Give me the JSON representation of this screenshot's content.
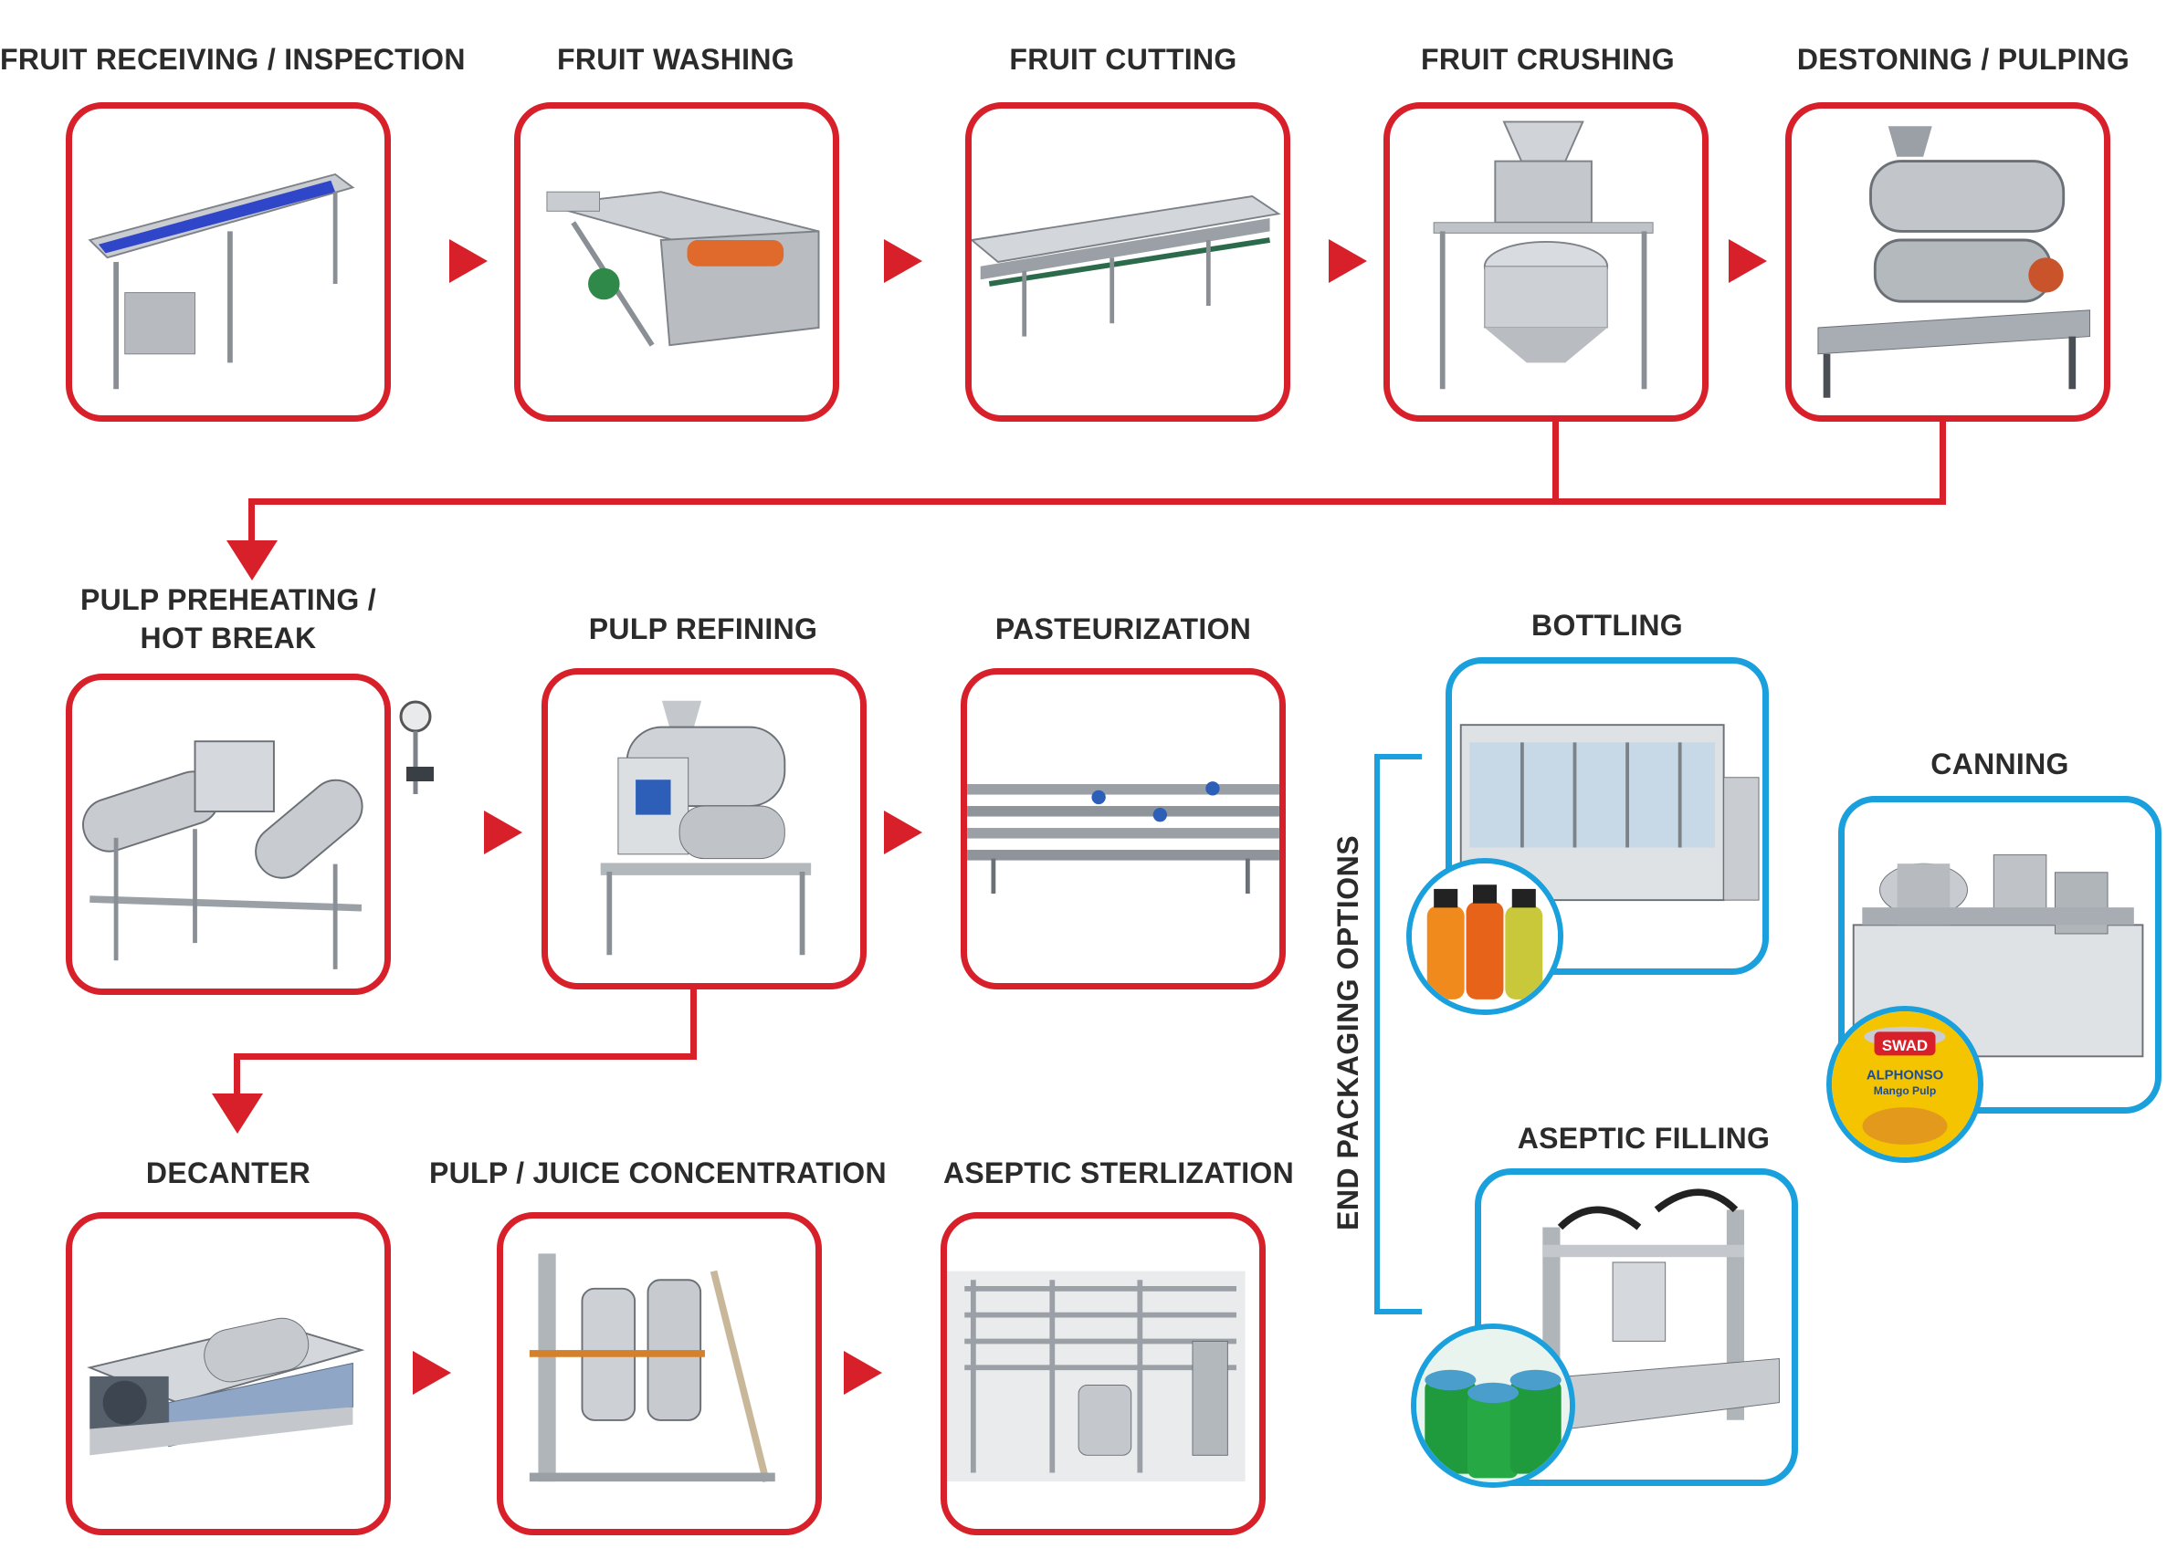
{
  "steps": {
    "receiving": "FRUIT RECEIVING / INSPECTION",
    "washing": "FRUIT WASHING",
    "cutting": "FRUIT CUTTING",
    "crushing": "FRUIT CRUSHING",
    "destoning": "DESTONING / PULPING",
    "preheating_line1": "PULP PREHEATING /",
    "preheating_line2": "HOT BREAK",
    "refining": "PULP REFINING",
    "pasteurization": "PASTEURIZATION",
    "decanter": "DECANTER",
    "concentration": "PULP / JUICE CONCENTRATION",
    "aseptic_sterilization": "ASEPTIC STERLIZATION"
  },
  "packaging": {
    "title": "END PACKAGING OPTIONS",
    "bottling": "BOTTLING",
    "canning": "CANNING",
    "aseptic_filling": "ASEPTIC FILLING"
  },
  "can_label": {
    "brand": "SWAD",
    "line1": "ALPHONSO",
    "line2": "Mango Pulp"
  },
  "colors": {
    "process_border": "#d7202a",
    "packaging_border": "#1aa0dc",
    "text": "#2b2b2b"
  },
  "icons": [
    "conveyor-icon",
    "washer-icon",
    "cutting-table-icon",
    "crusher-icon",
    "pulper-icon",
    "preheater-icon",
    "refiner-icon",
    "pasteurizer-icon",
    "decanter-icon",
    "evaporator-icon",
    "sterilizer-icon",
    "bottling-machine-icon",
    "canning-machine-icon",
    "aseptic-filler-icon"
  ]
}
